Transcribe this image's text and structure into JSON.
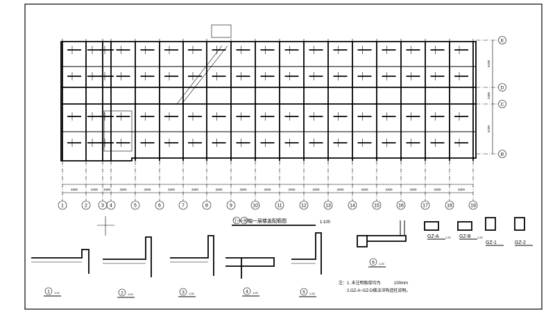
{
  "plan": {
    "grid_columns": [
      "1",
      "2",
      "3",
      "4",
      "5",
      "6",
      "7",
      "8",
      "9",
      "10",
      "11",
      "12",
      "13",
      "14",
      "15",
      "16",
      "17",
      "18",
      "19"
    ],
    "grid_rows": [
      "E",
      "D",
      "C",
      "B"
    ],
    "bay_spacings": [
      "4800",
      "3400",
      "1000",
      "3300",
      "3300",
      "3300",
      "3300",
      "3300",
      "3300",
      "3300",
      "3300",
      "3300",
      "3300",
      "3300",
      "3300",
      "3300",
      "3300",
      "3300"
    ],
    "right_spacings": [
      "5100",
      "2400",
      "5100"
    ],
    "title": "①～⑲轴一层楼盖配筋图",
    "scale": "1:100"
  },
  "details": [
    {
      "num": "1",
      "scale": "1:20"
    },
    {
      "num": "2",
      "scale": "1:20"
    },
    {
      "num": "3",
      "scale": "1:20"
    },
    {
      "num": "4",
      "scale": "1:20"
    },
    {
      "num": "5",
      "scale": "1:20"
    },
    {
      "num": "6",
      "scale": "1:20"
    }
  ],
  "sections": [
    "GZ-A",
    "GZ-B",
    "GZ-1",
    "GZ-2"
  ],
  "section_scale": "1:20",
  "notes": {
    "label": "注：",
    "line1": "1. 未注明板厚均为",
    "line1_value": "100mm",
    "line2": "2.GZ-A~GZ-D做法详构造柱说明。"
  }
}
